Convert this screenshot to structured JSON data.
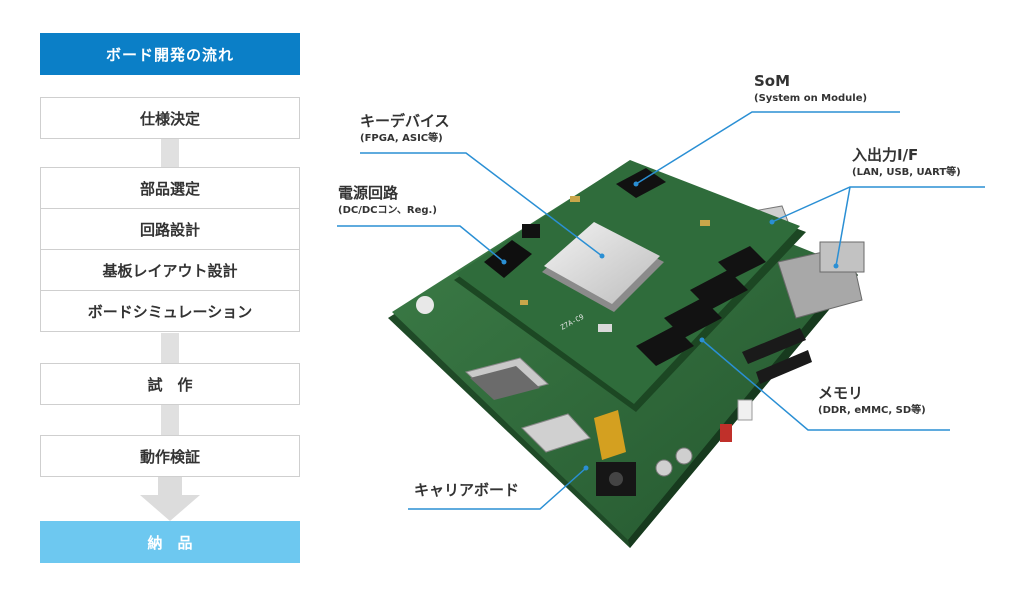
{
  "flow": {
    "title": "ボード開発の流れ",
    "steps": [
      {
        "label": "仕様決定"
      },
      {
        "label": "部品選定"
      },
      {
        "label": "回路設計"
      },
      {
        "label": "基板レイアウト設計"
      },
      {
        "label": "ボードシミュレーション"
      },
      {
        "label": "試　作"
      },
      {
        "label": "動作検証"
      },
      {
        "label": "納　品"
      }
    ]
  },
  "callouts": {
    "som": {
      "title": "SoM",
      "subtitle": "(System on Module)"
    },
    "key_device": {
      "title": "キーデバイス",
      "subtitle": "(FPGA, ASIC等)"
    },
    "power": {
      "title": "電源回路",
      "subtitle": "(DC/DCコン、Reg.)"
    },
    "io": {
      "title": "入出力I/F",
      "subtitle": "(LAN, USB, UART等)"
    },
    "memory": {
      "title": "メモリ",
      "subtitle": "(DDR, eMMC, SD等)"
    },
    "carrier": {
      "title": "キャリアボード"
    }
  },
  "board_marking": "Z7A-C9",
  "colors": {
    "primary": "#0b7fc7",
    "final": "#6dc8f0",
    "leader": "#2a8fd4",
    "pcb": "#2e6a3a"
  }
}
